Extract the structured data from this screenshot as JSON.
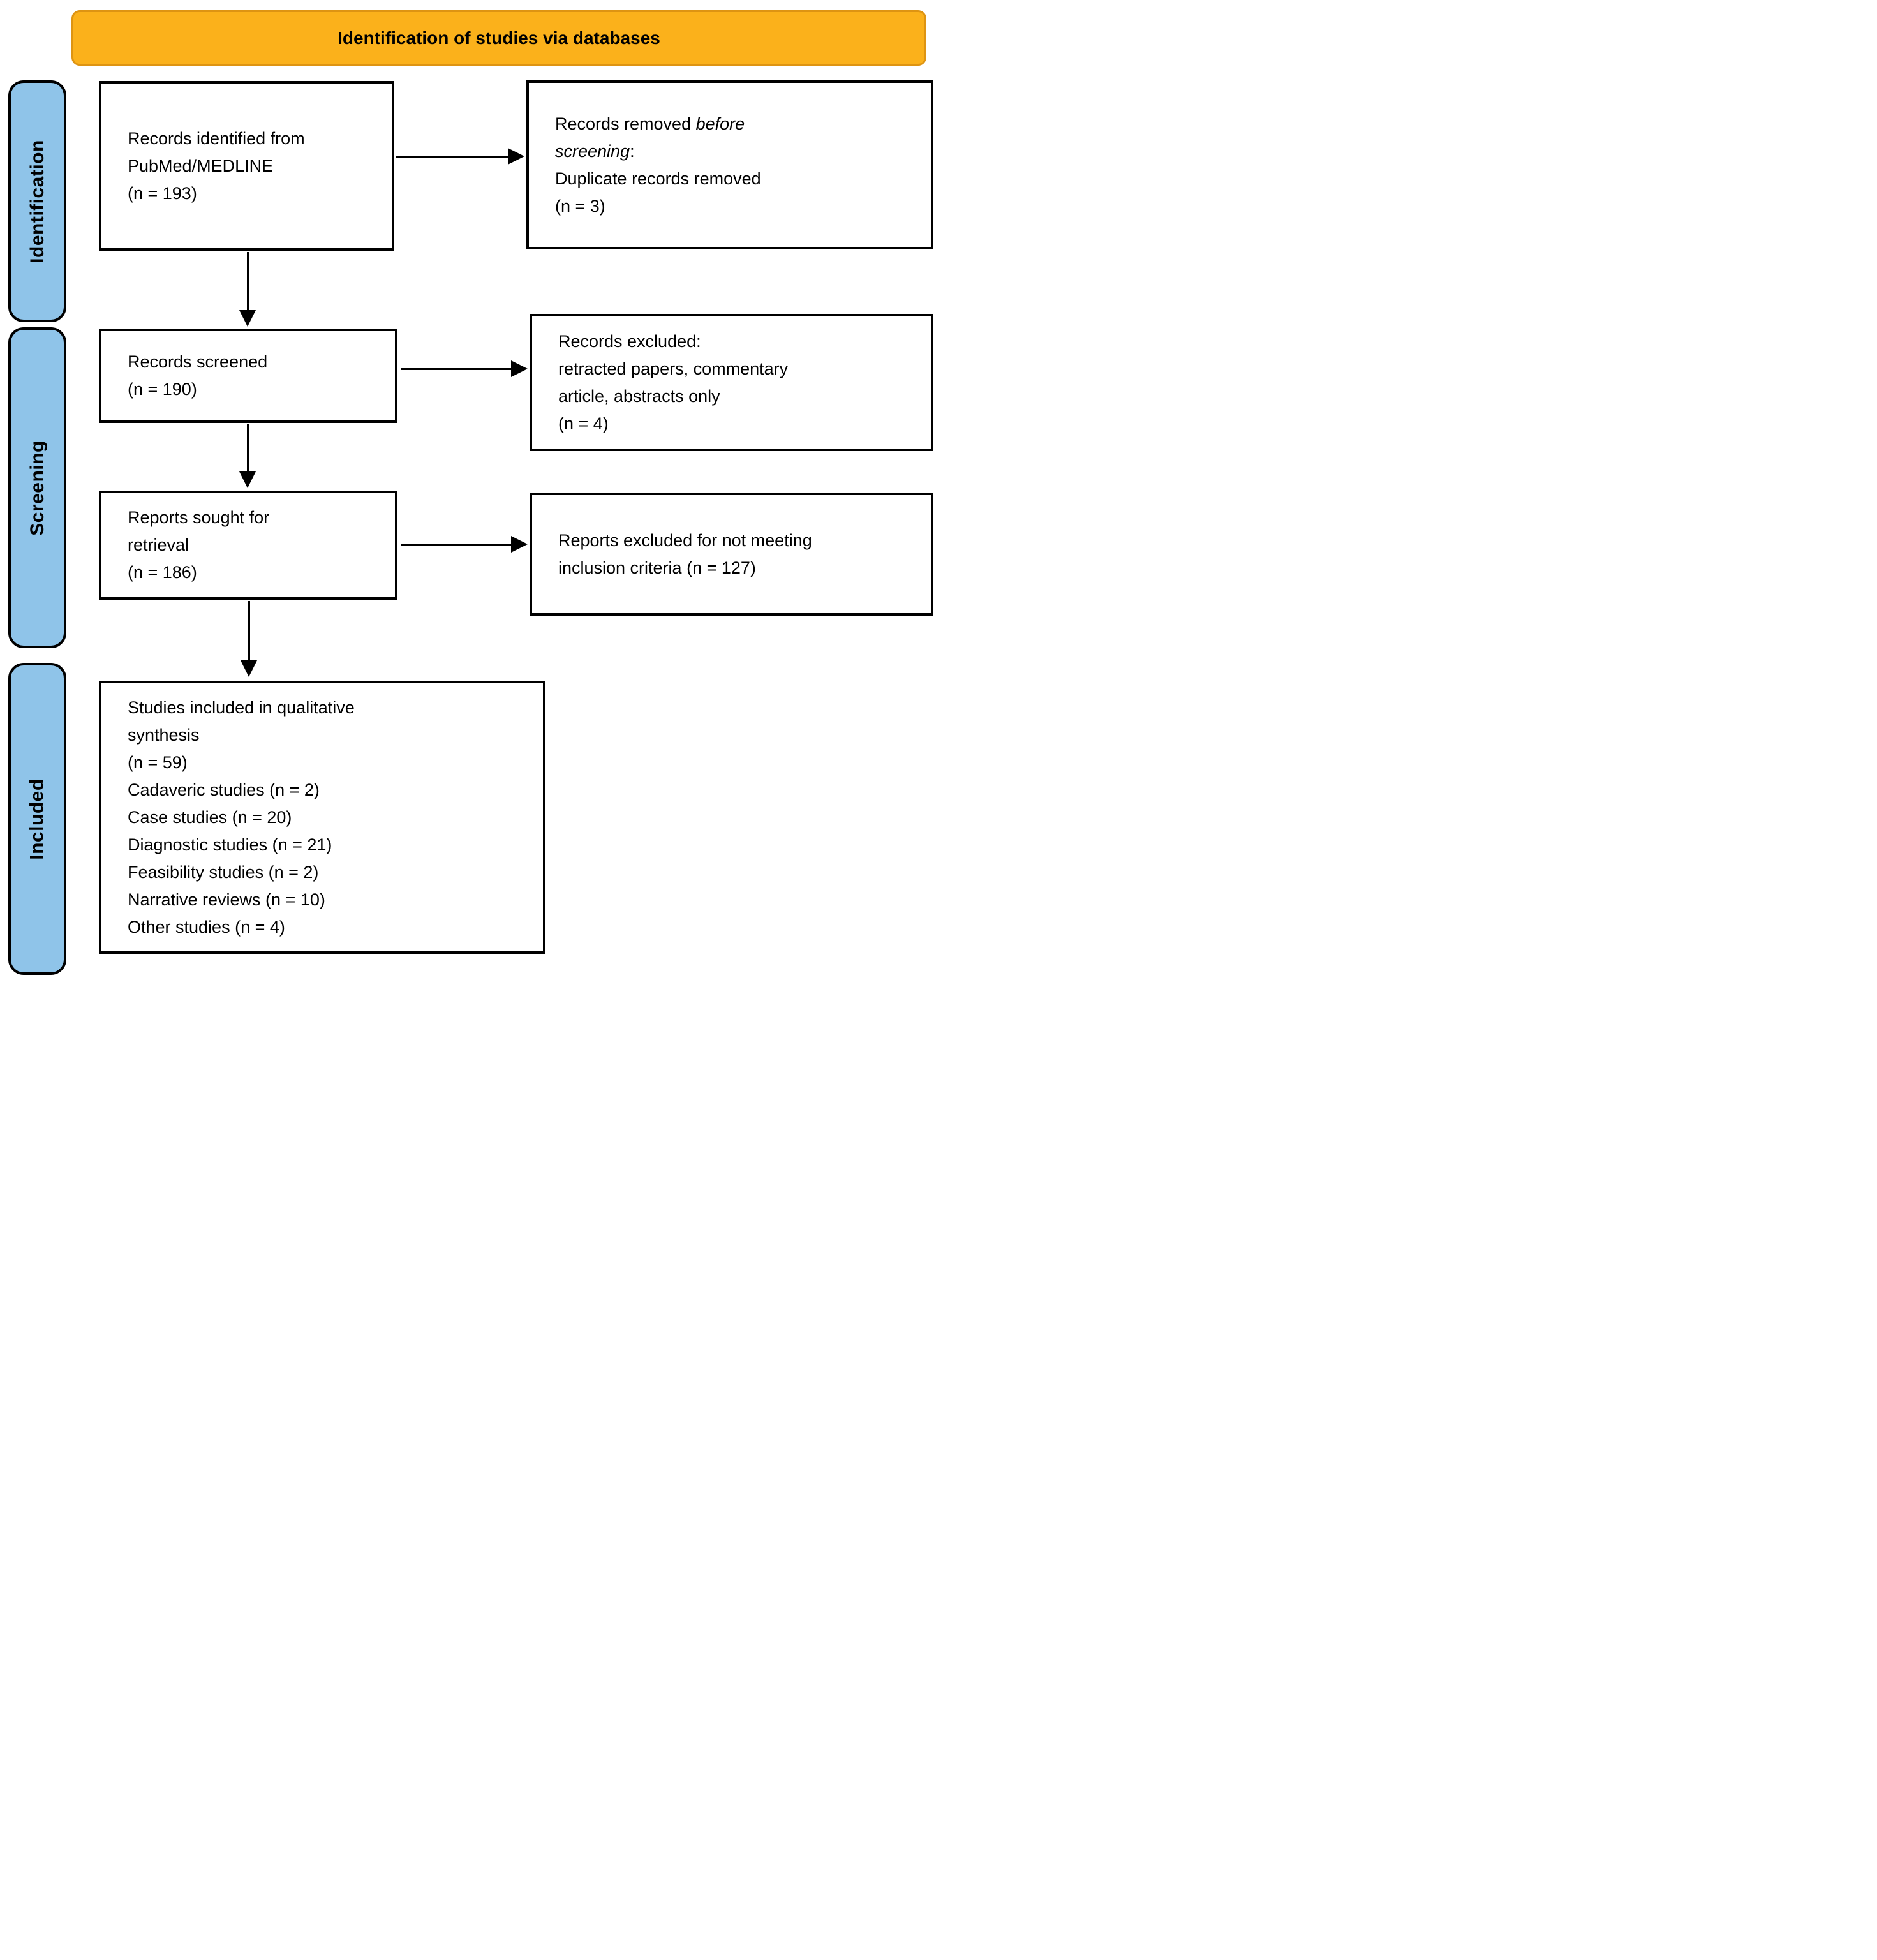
{
  "banner": {
    "title": "Identification of studies via databases"
  },
  "colors": {
    "banner_fill": "#FBB11B",
    "banner_border": "#DE9412",
    "stage_fill": "#8FC4E9",
    "box_border": "#000000"
  },
  "stages": [
    {
      "label": "Identification"
    },
    {
      "label": "Screening"
    },
    {
      "label": "Included"
    }
  ],
  "boxes": {
    "records_identified": {
      "lines": [
        "Records identified from",
        "PubMed/MEDLINE",
        "(n = 193)"
      ]
    },
    "records_removed": {
      "line1_normal": "Records removed ",
      "line1_italic": "before",
      "line2_italic": "screening",
      "line2_suffix": ":",
      "line3": "Duplicate records removed",
      "line4": "(n = 3)"
    },
    "records_screened": {
      "lines": [
        "Records screened",
        "(n = 190)"
      ]
    },
    "records_excluded": {
      "lines": [
        "Records excluded:",
        "retracted papers, commentary",
        "article, abstracts only",
        "(n = 4)"
      ]
    },
    "reports_sought": {
      "lines": [
        "Reports sought for",
        "retrieval",
        "(n = 186)"
      ]
    },
    "reports_excluded": {
      "lines": [
        "Reports excluded for not meeting",
        "inclusion criteria (n = 127)"
      ]
    },
    "studies_included": {
      "lines": [
        "Studies included in qualitative",
        "synthesis",
        "(n = 59)",
        "Cadaveric studies (n = 2)",
        "Case studies (n = 20)",
        "Diagnostic studies (n = 21)",
        "Feasibility studies (n = 2)",
        "Narrative reviews (n = 10)",
        "Other studies (n = 4)"
      ]
    }
  }
}
